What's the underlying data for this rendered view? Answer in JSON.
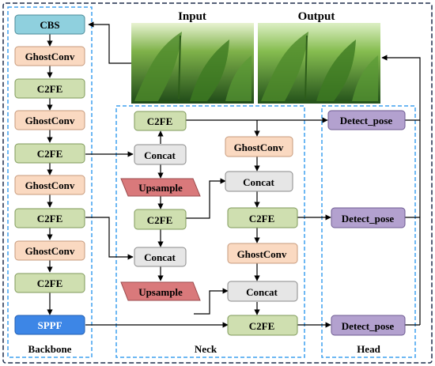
{
  "labels": {
    "input": "Input",
    "output": "Output",
    "backbone": "Backbone",
    "neck": "Neck",
    "head": "Head"
  },
  "modules": {
    "cbs": "CBS",
    "ghostconv": "GhostConv",
    "c2fe": "C2FE",
    "sppf": "SPPF",
    "concat": "Concat",
    "upsample": "Upsample",
    "detect_pose": "Detect_pose"
  },
  "colors": {
    "cbs": "#8fd0de",
    "ghostconv": "#fad9c1",
    "c2fe": "#cfdfb0",
    "sppf": "#3d86e6",
    "concat": "#e6e6e6",
    "upsample": "#d9797b",
    "detect_pose": "#b3a1cf",
    "section_border": "#3ea1ef",
    "outer_border": "#1f2d4c"
  }
}
